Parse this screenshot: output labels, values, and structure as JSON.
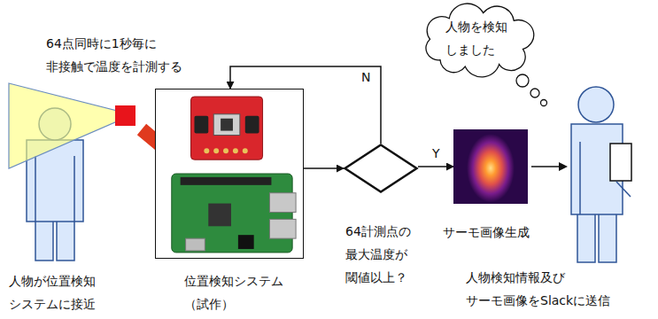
{
  "diagram": {
    "nodes": [
      {
        "text": [
          "位置検知システム （試作）"
        ]
      },
      {
        "text": [
          "64計測点の 最大温度が 閾値以上？"
        ]
      },
      {
        "text": [
          "サーモ画像生成"
        ]
      },
      {
        "text": [
          "人物を検知 しました"
        ]
      }
    ],
    "edges": [
      {
        "from": 0,
        "to": 1,
        "arrow": "to"
      },
      {
        "from": 1,
        "to": 0,
        "arrow": "to",
        "label": "N"
      },
      {
        "from": 1,
        "to": 2,
        "arrow": "to",
        "label": "Y"
      }
    ],
    "labels": [
      "64点同時に1秒毎に 非接触で温度を計測する",
      "人物が位置検知 システムに接近",
      "人物検知情報及び サーモ画像をSlackに送信"
    ]
  }
}
